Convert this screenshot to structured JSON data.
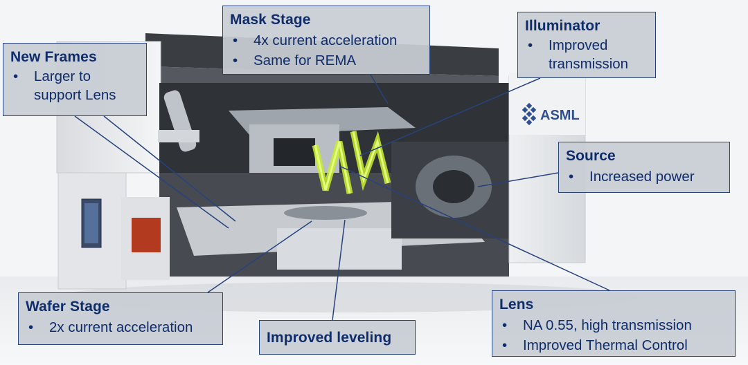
{
  "callouts": {
    "mask_stage": {
      "title": "Mask Stage",
      "bullets": [
        "4x current acceleration",
        "Same for REMA"
      ]
    },
    "new_frames": {
      "title": "New Frames",
      "bullets": [
        "Larger to support Lens"
      ]
    },
    "illuminator": {
      "title": "Illuminator",
      "bullets": [
        "Improved transmission"
      ]
    },
    "source": {
      "title": "Source",
      "bullets": [
        "Increased power"
      ]
    },
    "wafer_stage": {
      "title": "Wafer Stage",
      "bullets": [
        "2x current acceleration"
      ]
    },
    "leveling": {
      "title": "Improved leveling"
    },
    "lens": {
      "title": "Lens",
      "bullets": [
        "NA 0.55, high transmission",
        "Improved Thermal Control"
      ]
    }
  },
  "logo": {
    "text": "ASML"
  },
  "colors": {
    "callout_border": "#27427d",
    "callout_text": "#0f2c6b",
    "beam": "#c8f028"
  }
}
